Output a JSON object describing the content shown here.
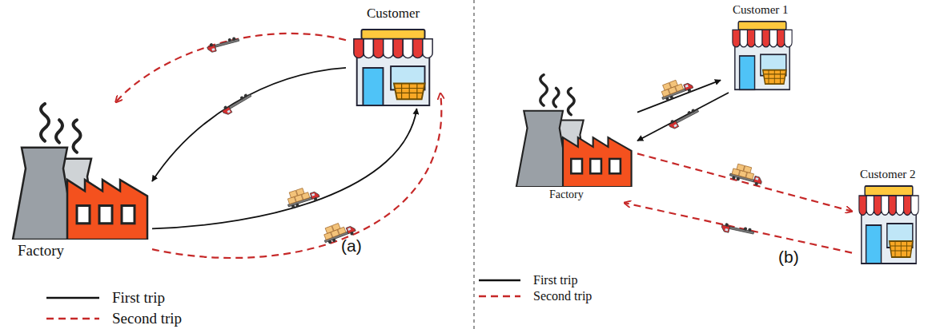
{
  "diagram": {
    "nodes": [
      {
        "text": [
          "Factory"
        ]
      },
      {
        "text": [
          "Customer"
        ]
      },
      {
        "text": [
          "Factory"
        ]
      },
      {
        "text": [
          "Customer 1"
        ]
      },
      {
        "text": [
          "Customer 2"
        ]
      }
    ],
    "edges": [
      {
        "from": 0,
        "to": 1,
        "arrow": "to"
      },
      {
        "from": 1,
        "to": 0,
        "arrow": "to"
      },
      {
        "from": 0,
        "to": 1,
        "arrow": "to"
      },
      {
        "from": 1,
        "to": 0,
        "arrow": "to"
      },
      {
        "from": 2,
        "to": 3,
        "arrow": "to"
      },
      {
        "from": 3,
        "to": 2,
        "arrow": "to"
      },
      {
        "from": 2,
        "to": 4,
        "arrow": "to"
      },
      {
        "from": 4,
        "to": 2,
        "arrow": "to"
      }
    ],
    "labels": [
      "(a)",
      "(b)"
    ],
    "legend": [
      {
        "text": "First trip"
      },
      {
        "text": "Second trip"
      },
      {
        "text": "First trip"
      },
      {
        "text": "Second trip"
      }
    ]
  }
}
